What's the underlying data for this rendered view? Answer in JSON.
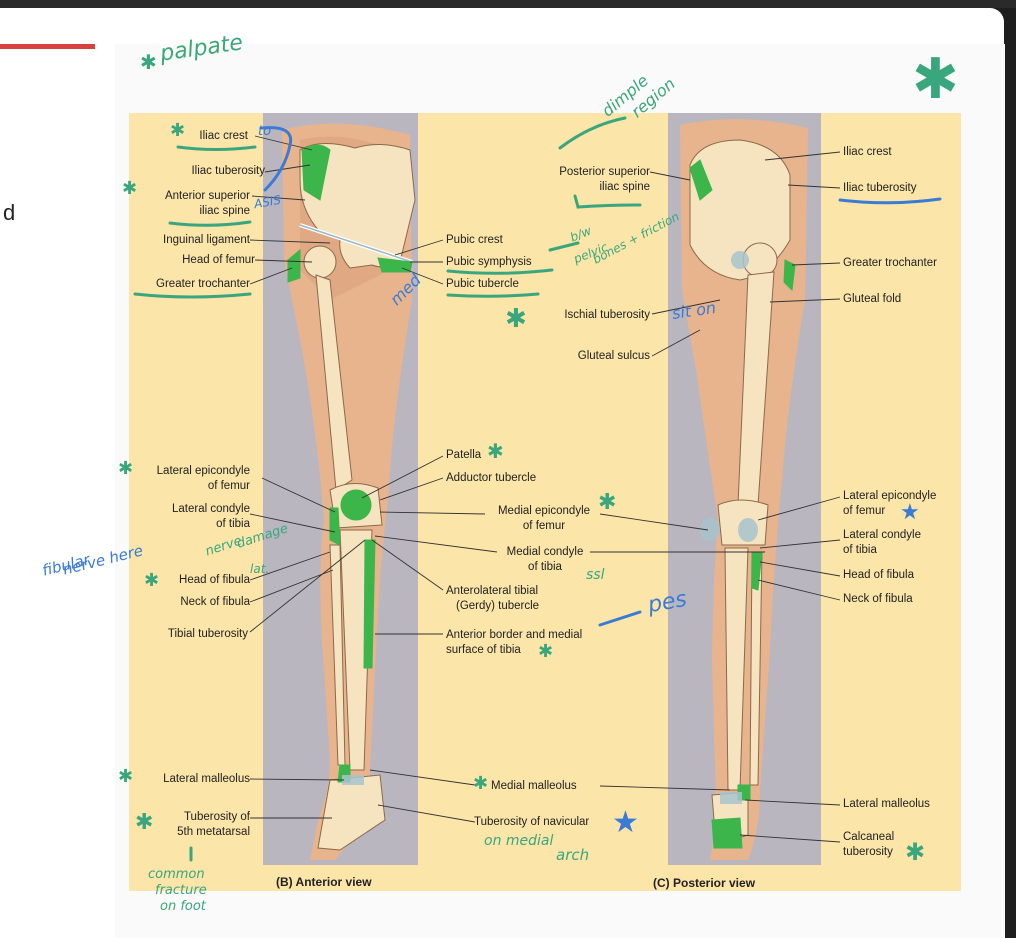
{
  "page": {
    "partial_text": "d"
  },
  "captions": {
    "anterior": "(B) Anterior view",
    "posterior": "(C) Posterior view"
  },
  "labels": {
    "iliac_crest_l": "Iliac crest",
    "iliac_tuberosity_l": "Iliac tuberosity",
    "asis_1": "Anterior superior",
    "asis_2": "iliac spine",
    "inguinal": "Inguinal ligament",
    "head_femur": "Head of femur",
    "greater_troch_l": "Greater trochanter",
    "pubic_crest": "Pubic crest",
    "pubic_symphysis": "Pubic symphysis",
    "pubic_tubercle": "Pubic tubercle",
    "psis_1": "Posterior superior",
    "psis_2": "iliac spine",
    "ischial": "Ischial tuberosity",
    "gluteal_sulcus": "Gluteal sulcus",
    "iliac_crest_r": "Iliac crest",
    "iliac_tuberosity_r": "Iliac tuberosity",
    "greater_troch_r": "Greater trochanter",
    "gluteal_fold": "Gluteal fold",
    "lat_epi_l1": "Lateral epicondyle",
    "lat_epi_l2": "of femur",
    "lat_cond_l1": "Lateral condyle",
    "lat_cond_l2": "of tibia",
    "head_fibula_l": "Head of fibula",
    "neck_fibula_l": "Neck of fibula",
    "tibial_tub": "Tibial tuberosity",
    "patella": "Patella",
    "adductor": "Adductor tubercle",
    "med_epi_1": "Medial epicondyle",
    "med_epi_2": "of femur",
    "med_cond_1": "Medial condyle",
    "med_cond_2": "of tibia",
    "gerdy_1": "Anterolateral tibial",
    "gerdy_2": "(Gerdy) tubercle",
    "ant_border_1": "Anterior border and medial",
    "ant_border_2": "surface of tibia",
    "lat_epi_r1": "Lateral epicondyle",
    "lat_epi_r2": "of femur",
    "lat_cond_r1": "Lateral condyle",
    "lat_cond_r2": "of tibia",
    "head_fibula_r": "Head of fibula",
    "neck_fibula_r": "Neck of fibula",
    "lat_mall_l": "Lateral malleolus",
    "tub5_1": "Tuberosity of",
    "tub5_2": "5th metatarsal",
    "med_mall": "Medial malleolus",
    "tub_nav": "Tuberosity of navicular",
    "lat_mall_r": "Lateral malleolus",
    "calc_1": "Calcaneal",
    "calc_2": "tuberosity"
  },
  "notes": {
    "palpate": "palpate",
    "dimple_1": "dimple",
    "dimple_2": "region",
    "to": "to",
    "asis": "ASIS",
    "med": "med",
    "btw_1": "b/w",
    "btw_2": "pelvic",
    "btw_3": "bones + friction",
    "sit_on": "sit on",
    "fib_1": "fibular",
    "fib_2": "nerve here",
    "nerve_1": "nerve",
    "nerve_2": "damage",
    "lat": "lat.",
    "ssl": "ssl",
    "pes": "pes",
    "onmedial_1": "on medial",
    "onmedial_2": "arch",
    "common_1": "common",
    "common_2": "fracture",
    "common_3": "on foot"
  },
  "colors": {
    "plate": "#fbe5a8",
    "landmark": "#3cb54a",
    "note_green": "#3aa67e",
    "note_blue": "#3a7bd5"
  }
}
